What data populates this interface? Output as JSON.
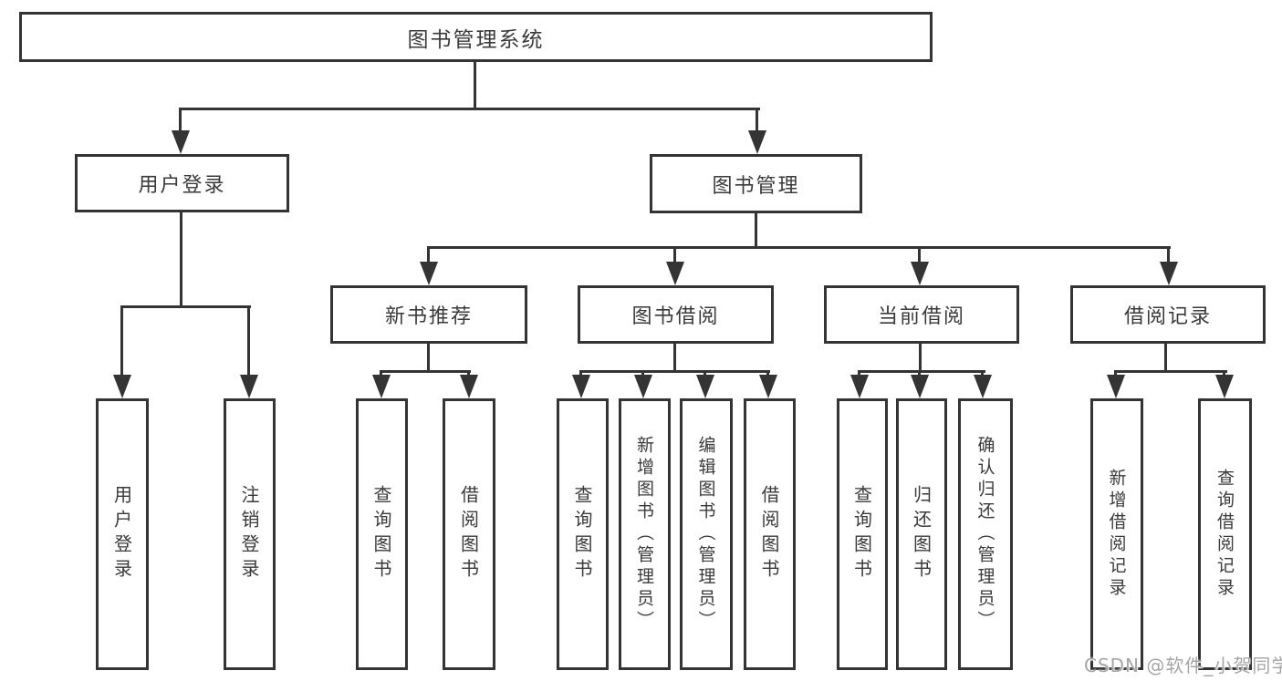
{
  "diagram": {
    "type": "hierarchy-tree",
    "colors": {
      "background": "#ffffff",
      "line": "#343434",
      "box_border": "#343434",
      "text": "#3a3a3a",
      "watermark_text": "#a6a6a6"
    },
    "root": {
      "label": "图书管理系统"
    },
    "level2": {
      "user_login": {
        "label": "用户登录"
      },
      "book_mgmt": {
        "label": "图书管理"
      }
    },
    "level3": {
      "new_book_rec": {
        "label": "新书推荐",
        "parent": "图书管理"
      },
      "book_borrow": {
        "label": "图书借阅",
        "parent": "图书管理"
      },
      "current_borrow": {
        "label": "当前借阅",
        "parent": "图书管理"
      },
      "borrow_record": {
        "label": "借阅记录",
        "parent": "图书管理"
      }
    },
    "leaves": {
      "ul_login": {
        "label": "用户登录",
        "parent": "用户登录"
      },
      "ul_logout": {
        "label": "注销登录",
        "parent": "用户登录"
      },
      "nbr_query": {
        "label": "查询图书",
        "parent": "新书推荐"
      },
      "nbr_borrow": {
        "label": "借阅图书",
        "parent": "新书推荐"
      },
      "bb_query": {
        "label": "查询图书",
        "parent": "图书借阅"
      },
      "bb_add": {
        "label": "新增图书（管理员）",
        "parent": "图书借阅"
      },
      "bb_edit": {
        "label": "编辑图书（管理员）",
        "parent": "图书借阅"
      },
      "bb_borrow": {
        "label": "借阅图书",
        "parent": "图书借阅"
      },
      "cb_query": {
        "label": "查询图书",
        "parent": "当前借阅"
      },
      "cb_return": {
        "label": "归还图书",
        "parent": "当前借阅"
      },
      "cb_confirm": {
        "label": "确认归还（管理员）",
        "parent": "当前借阅"
      },
      "br_add": {
        "label": "新增借阅记录",
        "parent": "借阅记录"
      },
      "br_query": {
        "label": "查询借阅记录",
        "parent": "借阅记录"
      }
    }
  },
  "watermark": {
    "text": "CSDN @软件_小贺同学"
  }
}
